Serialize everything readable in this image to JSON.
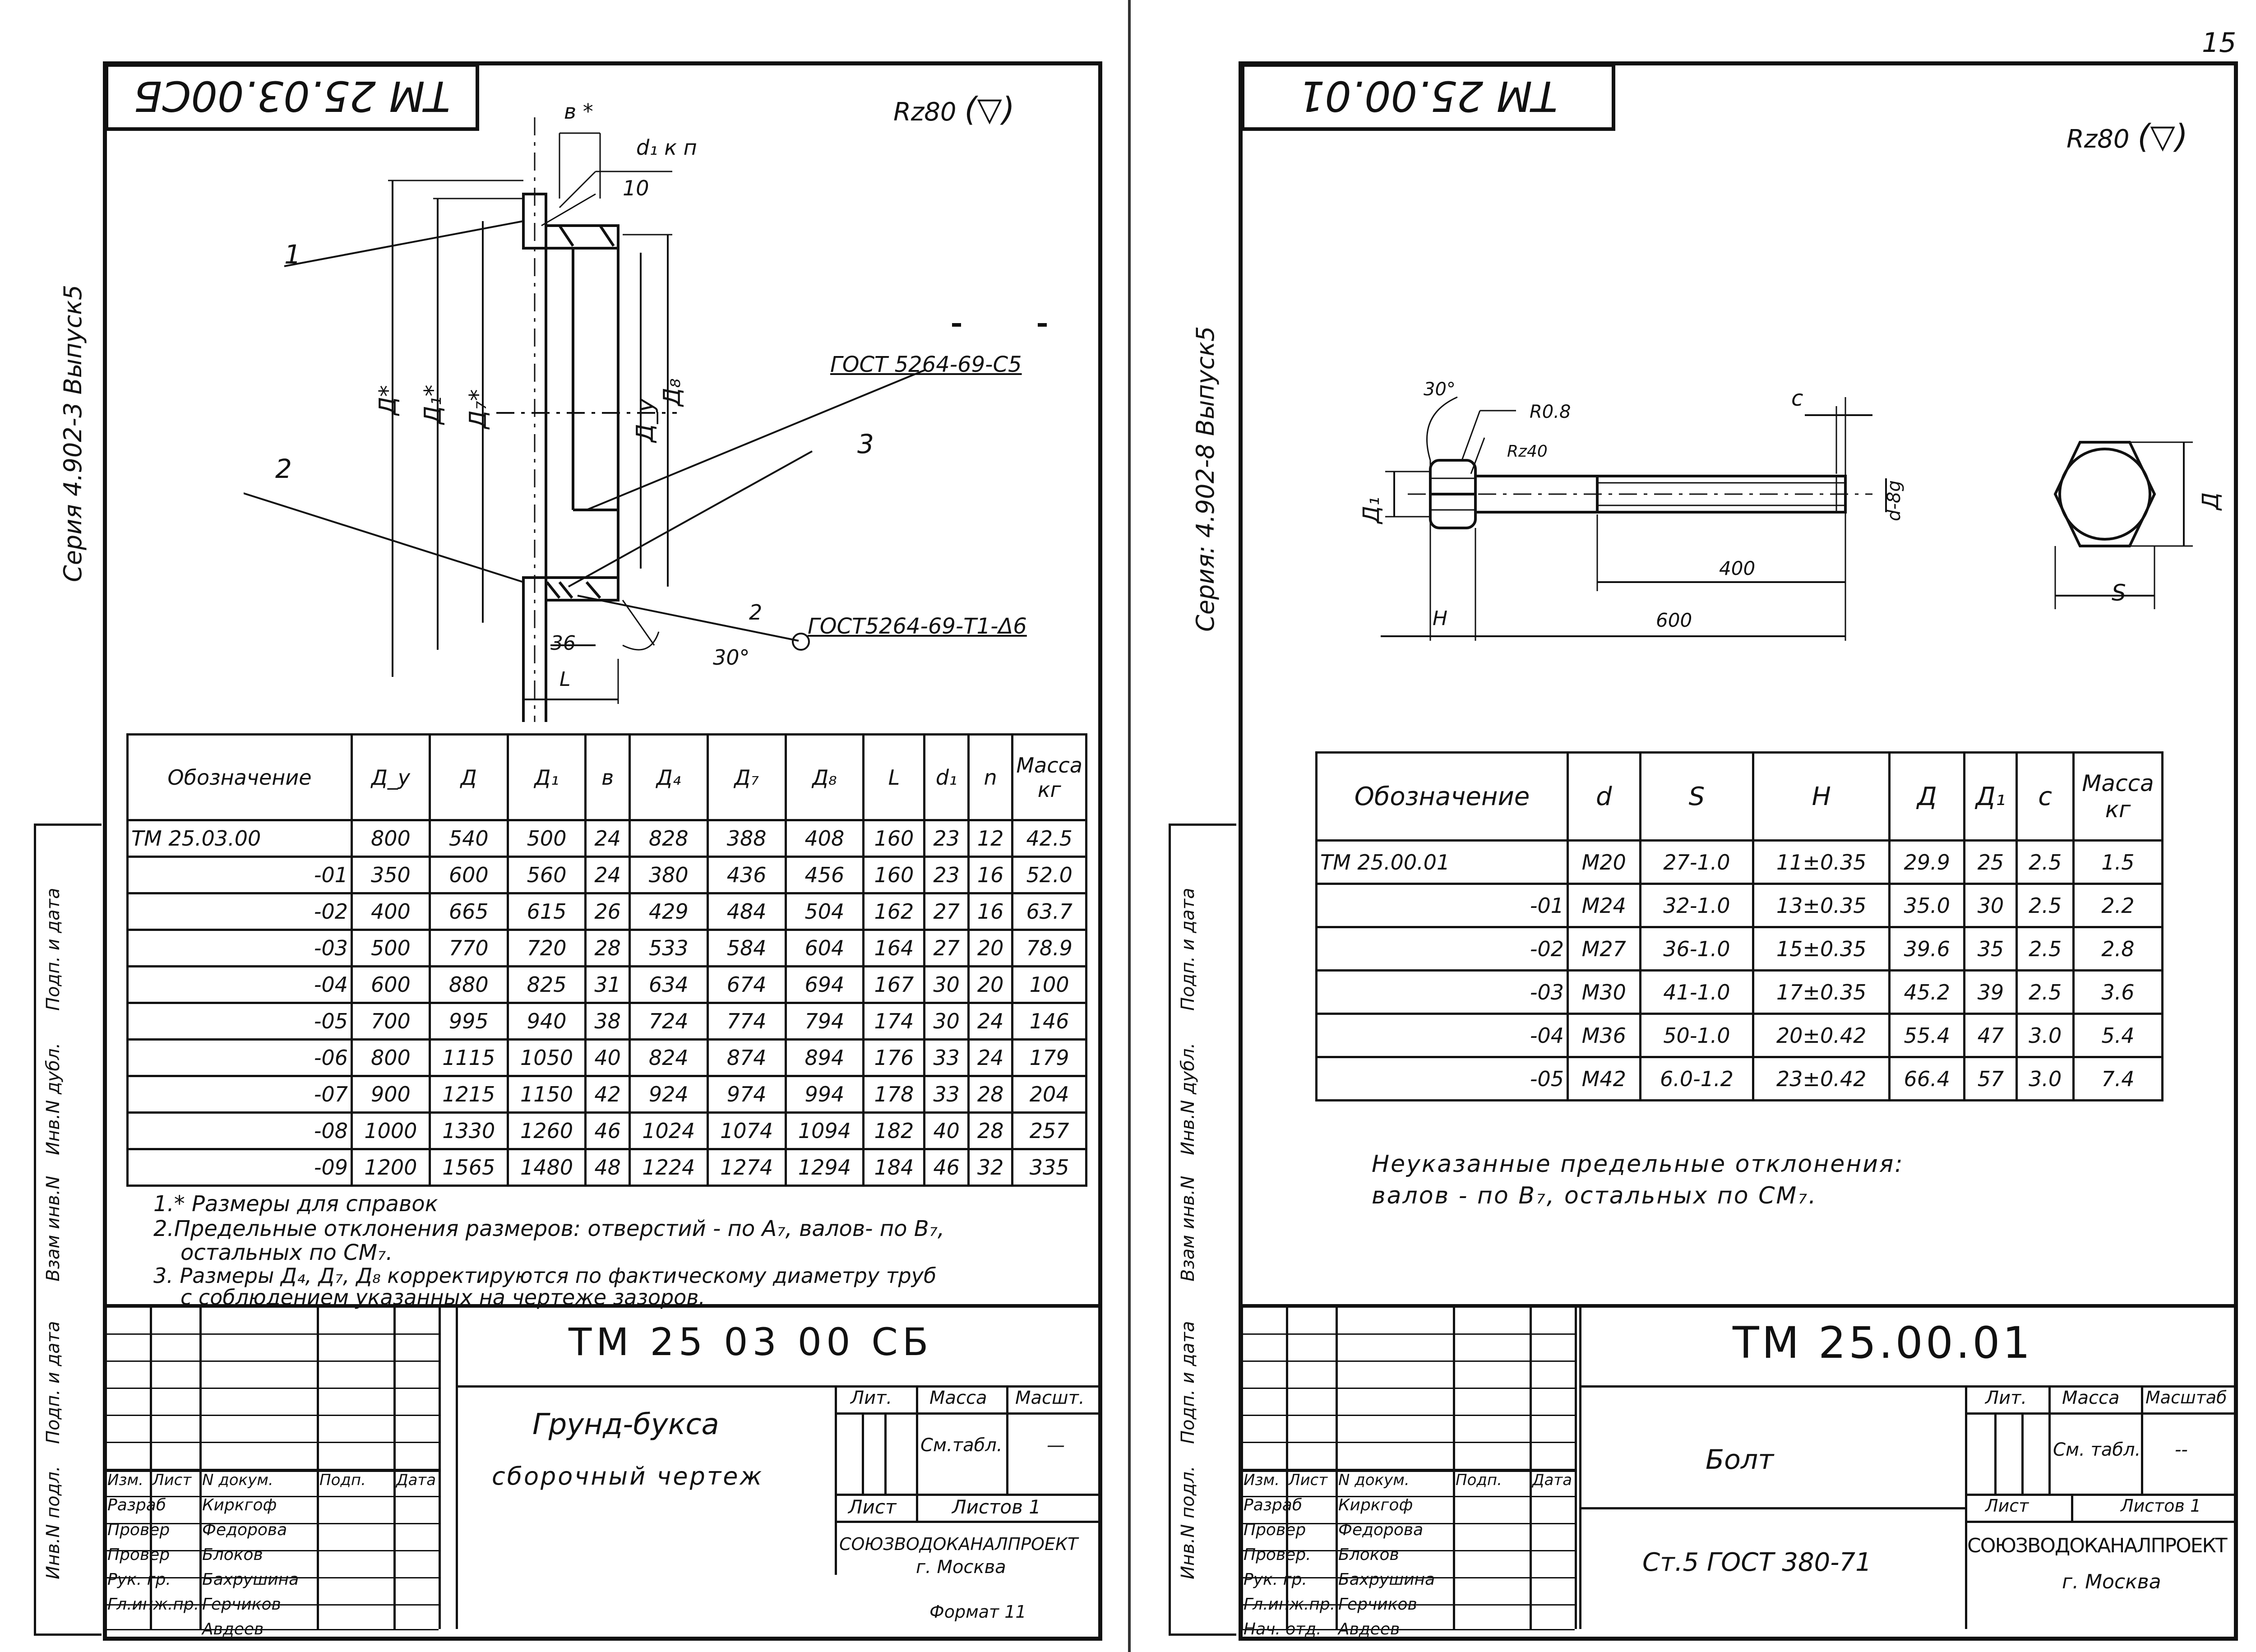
{
  "page_number": "15",
  "left": {
    "stamp_code": "ТМ 25.03.00СБ",
    "roughness": "Rz80",
    "roughness_symbol": "(▽)",
    "series_label": "Серия 4.902-3 Выпуск5",
    "drawing_labels": {
      "b": "в *",
      "d1": "d₁ к п",
      "num10": "10",
      "num1": "1",
      "num2": "2",
      "num3": "3",
      "num2b": "2",
      "gost1": "ГОСТ 5264-69-С5",
      "gost2": "ГОСТ5264-69-Т1-Δ6",
      "dim36": "36",
      "dimL": "L",
      "angle30": "30°",
      "D": "Д*",
      "D1": "Д₁*",
      "D7": "Д₇*",
      "Dy": "Д_у",
      "D8": "Д₈"
    },
    "table": {
      "headers": [
        "Обозначение",
        "Д_у",
        "Д",
        "Д₁",
        "в",
        "Д₄",
        "Д₇",
        "Д₈",
        "L",
        "d₁",
        "n",
        "Масса кг"
      ],
      "rows": [
        [
          "ТМ 25.03.00",
          "800",
          "540",
          "500",
          "24",
          "828",
          "388",
          "408",
          "160",
          "23",
          "12",
          "42.5"
        ],
        [
          "-01",
          "350",
          "600",
          "560",
          "24",
          "380",
          "436",
          "456",
          "160",
          "23",
          "16",
          "52.0"
        ],
        [
          "-02",
          "400",
          "665",
          "615",
          "26",
          "429",
          "484",
          "504",
          "162",
          "27",
          "16",
          "63.7"
        ],
        [
          "-03",
          "500",
          "770",
          "720",
          "28",
          "533",
          "584",
          "604",
          "164",
          "27",
          "20",
          "78.9"
        ],
        [
          "-04",
          "600",
          "880",
          "825",
          "31",
          "634",
          "674",
          "694",
          "167",
          "30",
          "20",
          "100"
        ],
        [
          "-05",
          "700",
          "995",
          "940",
          "38",
          "724",
          "774",
          "794",
          "174",
          "30",
          "24",
          "146"
        ],
        [
          "-06",
          "800",
          "1115",
          "1050",
          "40",
          "824",
          "874",
          "894",
          "176",
          "33",
          "24",
          "179"
        ],
        [
          "-07",
          "900",
          "1215",
          "1150",
          "42",
          "924",
          "974",
          "994",
          "178",
          "33",
          "28",
          "204"
        ],
        [
          "-08",
          "1000",
          "1330",
          "1260",
          "46",
          "1024",
          "1074",
          "1094",
          "182",
          "40",
          "28",
          "257"
        ],
        [
          "-09",
          "1200",
          "1565",
          "1480",
          "48",
          "1224",
          "1274",
          "1294",
          "184",
          "46",
          "32",
          "335"
        ]
      ]
    },
    "notes": [
      "1.* Размеры для справок",
      "2.Предельные отклонения размеров: отверстий - по А₇, валов- по В₇,",
      "остальных по СМ₇.",
      "3. Размеры Д₄, Д₇, Д₈ корректируются по фактическому диаметру труб",
      "с соблюдением указанных на чертеже зазоров."
    ],
    "side_labels": [
      "Подп. и дата",
      "Инв.N дубл.",
      "Взам инв.N",
      "Подп. и дата",
      "Инв.N подл."
    ],
    "title_block": {
      "code": "ТМ 25 03 00 СБ",
      "name": "Грунд-букса",
      "subname": "сборочный чертеж",
      "lit": "Лит.",
      "mass": "Масса",
      "scale": "Масшт.",
      "mass_value": "См.табл.",
      "scale_value": "—",
      "sheet": "Лист",
      "sheets": "Листов 1",
      "org": "СОЮЗВОДОКАНАЛПРОЕКТ",
      "city": "г. Москва",
      "format": "Формат 11",
      "col_headers": [
        "Изм.",
        "Лист",
        "N докум.",
        "Подп.",
        "Дата"
      ],
      "roles": [
        "Разраб",
        "Провер",
        "Провер",
        "Рук. гр.",
        "Гл.инж.пр.",
        ""
      ],
      "names": [
        "Киркгоф",
        "Федорова",
        "Блоков",
        "Бахрушина",
        "Герчиков",
        "Авдеев"
      ]
    }
  },
  "right": {
    "stamp_code": "ТМ 25.00.01",
    "roughness": "Rz80",
    "roughness_symbol": "(▽)",
    "series_label": "Серия: 4.902-8 Выпуск5",
    "drawing_labels": {
      "angle30": "30°",
      "r08": "R0.8",
      "rz40": "Rz40",
      "c": "с",
      "d": "d-8g",
      "D1": "Д₁",
      "D": "Д",
      "dim400": "400",
      "dim600": "600",
      "H": "Н",
      "S": "S"
    },
    "table": {
      "headers": [
        "Обозначение",
        "d",
        "S",
        "Н",
        "Д",
        "Д₁",
        "с",
        "Масса кг"
      ],
      "rows": [
        [
          "ТМ 25.00.01",
          "М20",
          "27-1.0",
          "11±0.35",
          "29.9",
          "25",
          "2.5",
          "1.5"
        ],
        [
          "-01",
          "М24",
          "32-1.0",
          "13±0.35",
          "35.0",
          "30",
          "2.5",
          "2.2"
        ],
        [
          "-02",
          "М27",
          "36-1.0",
          "15±0.35",
          "39.6",
          "35",
          "2.5",
          "2.8"
        ],
        [
          "-03",
          "М30",
          "41-1.0",
          "17±0.35",
          "45.2",
          "39",
          "2.5",
          "3.6"
        ],
        [
          "-04",
          "М36",
          "50-1.0",
          "20±0.42",
          "55.4",
          "47",
          "3.0",
          "5.4"
        ],
        [
          "-05",
          "М42",
          "6.0-1.2",
          "23±0.42",
          "66.4",
          "57",
          "3.0",
          "7.4"
        ]
      ]
    },
    "notes": [
      "Неуказанные предельные отклонения:",
      "валов - по В₇, остальных по СМ₇."
    ],
    "side_labels": [
      "Подп. и дата",
      "Инв.N дубл.",
      "Взам инв.N",
      "Подп. и дата",
      "Инв.N подл."
    ],
    "title_block": {
      "code": "ТМ 25.00.01",
      "name": "Болт",
      "material": "Ст.5 ГОСТ 380-71",
      "lit": "Лит.",
      "mass": "Масса",
      "scale": "Масштаб",
      "mass_value": "См. табл.",
      "scale_value": "--",
      "sheet": "Лист",
      "sheets": "Листов 1",
      "org": "СОЮЗВОДОКАНАЛПРОЕКТ",
      "city": "г. Москва",
      "col_headers": [
        "Изм.",
        "Лист",
        "N докум.",
        "Подп.",
        "Дата"
      ],
      "roles": [
        "Разраб",
        "Провер",
        "Провер.",
        "Рук. гр.",
        "Гл.инж.пр.",
        "Нач. отд."
      ],
      "names": [
        "Киркгоф",
        "Федорова",
        "Блоков",
        "Бахрушина",
        "Герчиков",
        "Авдеев"
      ]
    }
  }
}
